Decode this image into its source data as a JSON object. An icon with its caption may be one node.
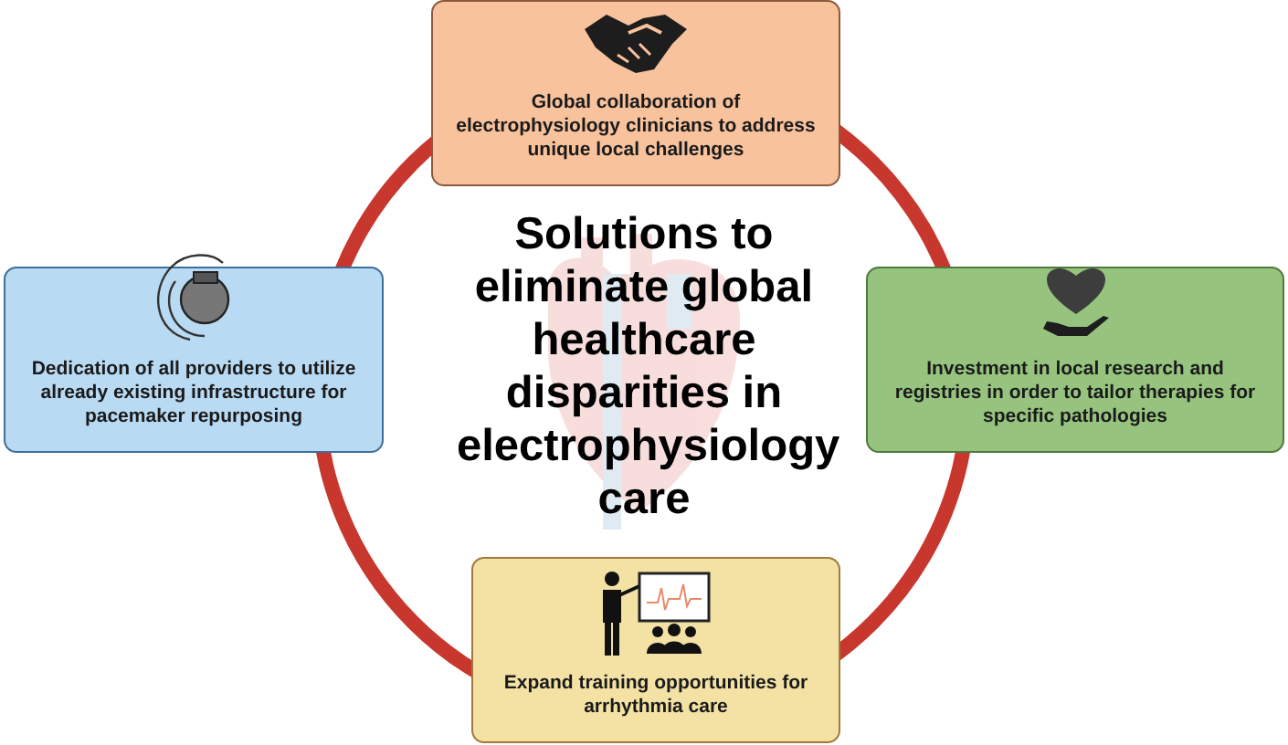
{
  "diagram": {
    "title": "Solutions to eliminate global healthcare disparities in electrophysiology care",
    "nodes": [
      {
        "text": [
          "Global collaboration of electrophysiology clinicians to address unique local challenges"
        ]
      },
      {
        "text": [
          "Dedication of all providers to utilize already existing infrastructure for pacemaker repurposing"
        ]
      },
      {
        "text": [
          "Investment in local research and registries in order to tailor therapies for specific pathologies"
        ]
      },
      {
        "text": [
          "Expand training opportunities for arrhythmia care"
        ]
      }
    ],
    "edges": []
  }
}
